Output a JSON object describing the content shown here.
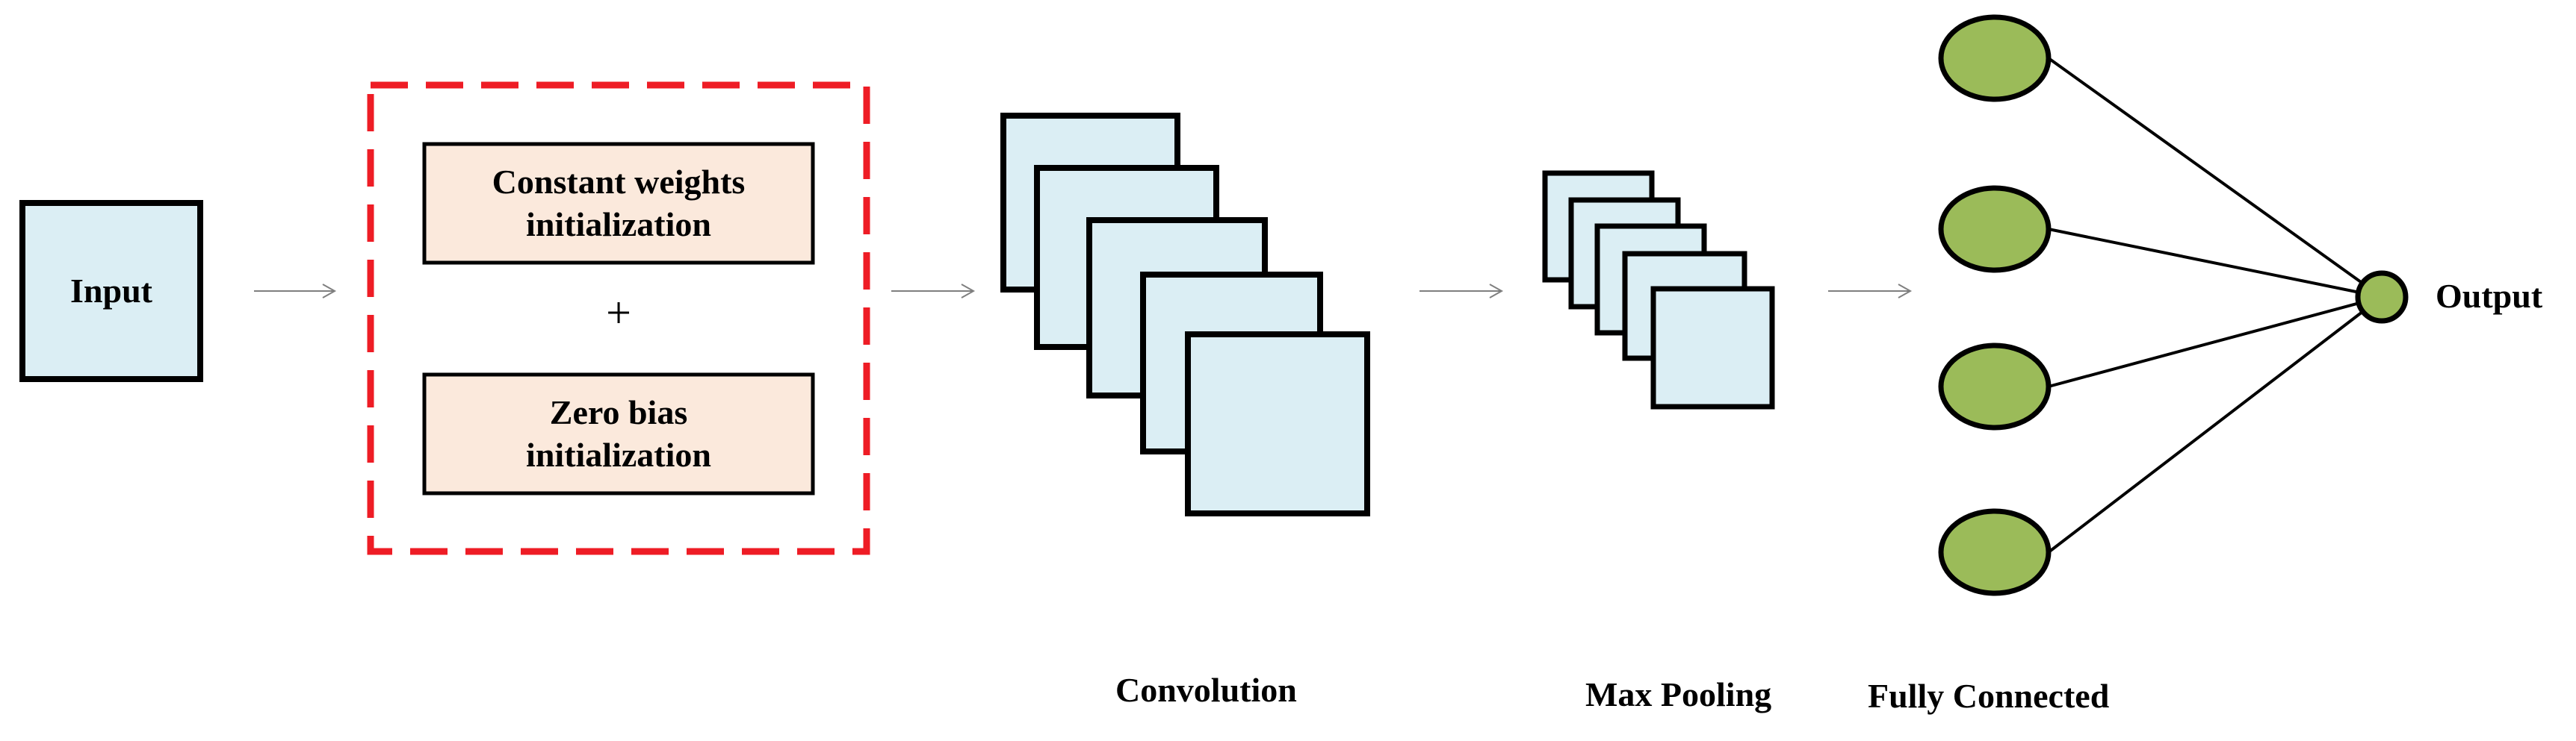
{
  "diagram": {
    "input_label": "Input",
    "init_block": {
      "weights_label": "Constant weights initialization",
      "plus_sign": "+",
      "bias_label": "Zero bias initialization"
    },
    "convolution_label": "Convolution",
    "max_pooling_label": "Max Pooling",
    "fully_connected_label": "Fully Connected",
    "output_label": "Output"
  },
  "colors": {
    "input_fill": "#dbeef4",
    "feature_map_fill": "#dbeef4",
    "init_box_fill": "#fbe9dc",
    "dashed_border": "#ee1c25",
    "neuron_fill": "#9bbb59",
    "stroke": "#000000",
    "arrow": "#7f7f7f"
  }
}
